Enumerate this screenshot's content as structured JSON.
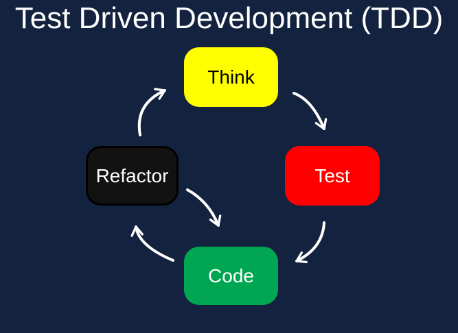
{
  "title": "Test Driven Development (TDD)",
  "title_color": "#FFFFFF",
  "background_color": "#13223E",
  "arrow_color": "#FFFFFF",
  "diagram": {
    "type": "cycle",
    "nodes": [
      {
        "id": "think",
        "label": "Think",
        "fill": "#FFFF00",
        "text_color": "#000000"
      },
      {
        "id": "test",
        "label": "Test",
        "fill": "#FF0000",
        "text_color": "#FFFFFF"
      },
      {
        "id": "code",
        "label": "Code",
        "fill": "#00A651",
        "text_color": "#FFFFFF"
      },
      {
        "id": "refactor",
        "label": "Refactor",
        "fill": "#121212",
        "text_color": "#FFFFFF",
        "border_color": "#000000"
      }
    ],
    "edges": [
      {
        "from": "refactor",
        "to": "think"
      },
      {
        "from": "think",
        "to": "test"
      },
      {
        "from": "test",
        "to": "code"
      },
      {
        "from": "refactor",
        "to": "code"
      },
      {
        "from": "code",
        "to": "refactor"
      }
    ]
  }
}
